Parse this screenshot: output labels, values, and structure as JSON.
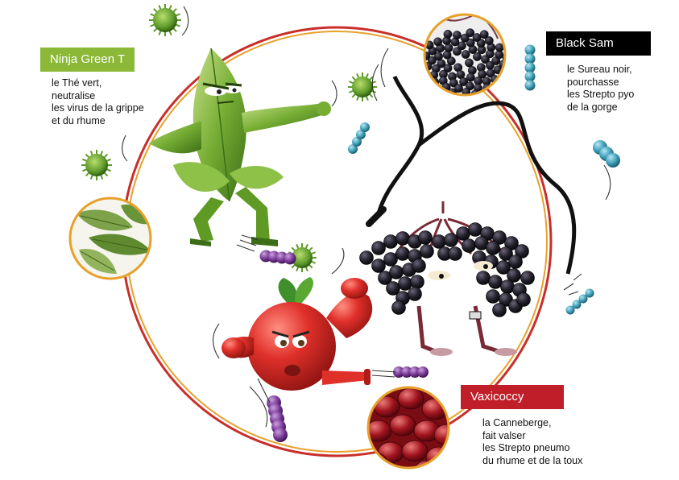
{
  "colors": {
    "ring_outer": "#c82f2a",
    "ring_inner": "#e7a12b",
    "green_tag": "#8bb836",
    "black_tag": "#000000",
    "red_tag": "#c01f2a",
    "tea_green": "#6fa82e",
    "elder_black": "#1c1a24",
    "cranberry_red": "#e12d28",
    "virus_green": "#5e9a2a",
    "strep_blue": "#3f9fb8",
    "strep_purple": "#7a3a96"
  },
  "characters": [
    {
      "id": "ninja",
      "name": "Ninja Green T",
      "lines": [
        "le Thé vert,",
        "neutralise",
        "les virus de la grippe",
        "et du rhume"
      ]
    },
    {
      "id": "blacksam",
      "name": "Black Sam",
      "lines": [
        "le Sureau noir,",
        "pourchasse",
        "les Strepto pyo",
        "de la gorge"
      ]
    },
    {
      "id": "vaxicoccy",
      "name": "Vaxicoccy",
      "lines": [
        "la Canneberge,",
        "fait valser",
        "les Strepto pneumo",
        "du rhume et de la toux"
      ]
    }
  ],
  "icons": {
    "tea_leaves_medallion": "tea-leaves-photo-icon",
    "elderberry_medallion": "elderberry-photo-icon",
    "cranberry_medallion": "cranberry-photo-icon",
    "virus": "virus-icon",
    "streptococcus": "streptococcus-chain-icon"
  }
}
